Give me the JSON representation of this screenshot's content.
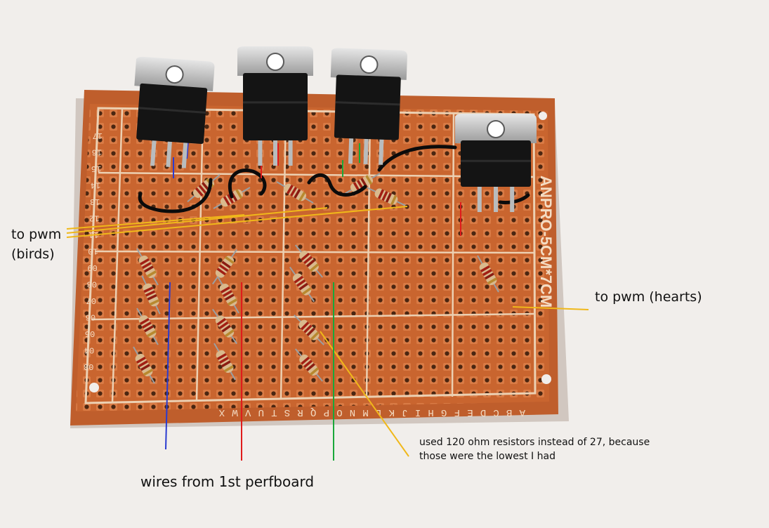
{
  "annotations": {
    "birds": [
      "to pwm",
      "(birds)"
    ],
    "hearts": "to pwm (hearts)",
    "resistors": [
      "used 120 ohm resistors instead of 27, because",
      "those were the lowest I had"
    ],
    "wires": "wires from 1st perfboard"
  },
  "board": {
    "silkscreen": "ANPRO-5CM*7CM",
    "col_letters": "ABCDEFGHIJKLMNOPQRSTUVWX",
    "row_numbers": [
      "17",
      "16",
      "15",
      "14",
      "13",
      "12",
      "11",
      "10",
      "09",
      "08",
      "07",
      "06",
      "05",
      "04",
      "03"
    ]
  },
  "colors": {
    "board": "#c5632f",
    "board_dark": "#a84e22",
    "grid_line": "#e8c7a6",
    "transistor": "#141414",
    "tab": "#c9c9c9",
    "annotation_yellow": "#f0b81a",
    "wire_blue": "#2a3bd0",
    "wire_red": "#e01b1b",
    "wire_green": "#19a83a",
    "jumper_black": "#0b0b0b",
    "resistor_body": "#d9b98d"
  }
}
